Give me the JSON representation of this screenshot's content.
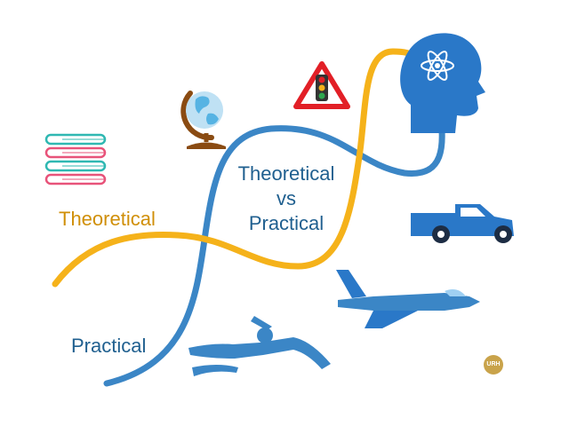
{
  "labels": {
    "theoretical": "Theoretical",
    "practical": "Practical",
    "center_line1": "Theoretical",
    "center_line2": "vs",
    "center_line3": "Practical",
    "logo": "URH"
  },
  "colors": {
    "theoretical": "#d08f08",
    "theoretical_curve": "#f5b21a",
    "practical": "#1f5f8f",
    "practical_curve": "#3b86c6",
    "icon_blue": "#2a78c8",
    "globe_stand": "#8a4b12",
    "warning_red": "#e21f26",
    "book_teal": "#2fb8b2",
    "book_pink": "#e8537a",
    "logo_gold": "#c9a34a"
  },
  "icons": [
    "books-icon",
    "globe-icon",
    "traffic-sign-icon",
    "head-atom-icon",
    "truck-icon",
    "jet-icon",
    "swimmer-icon",
    "logo-badge"
  ]
}
